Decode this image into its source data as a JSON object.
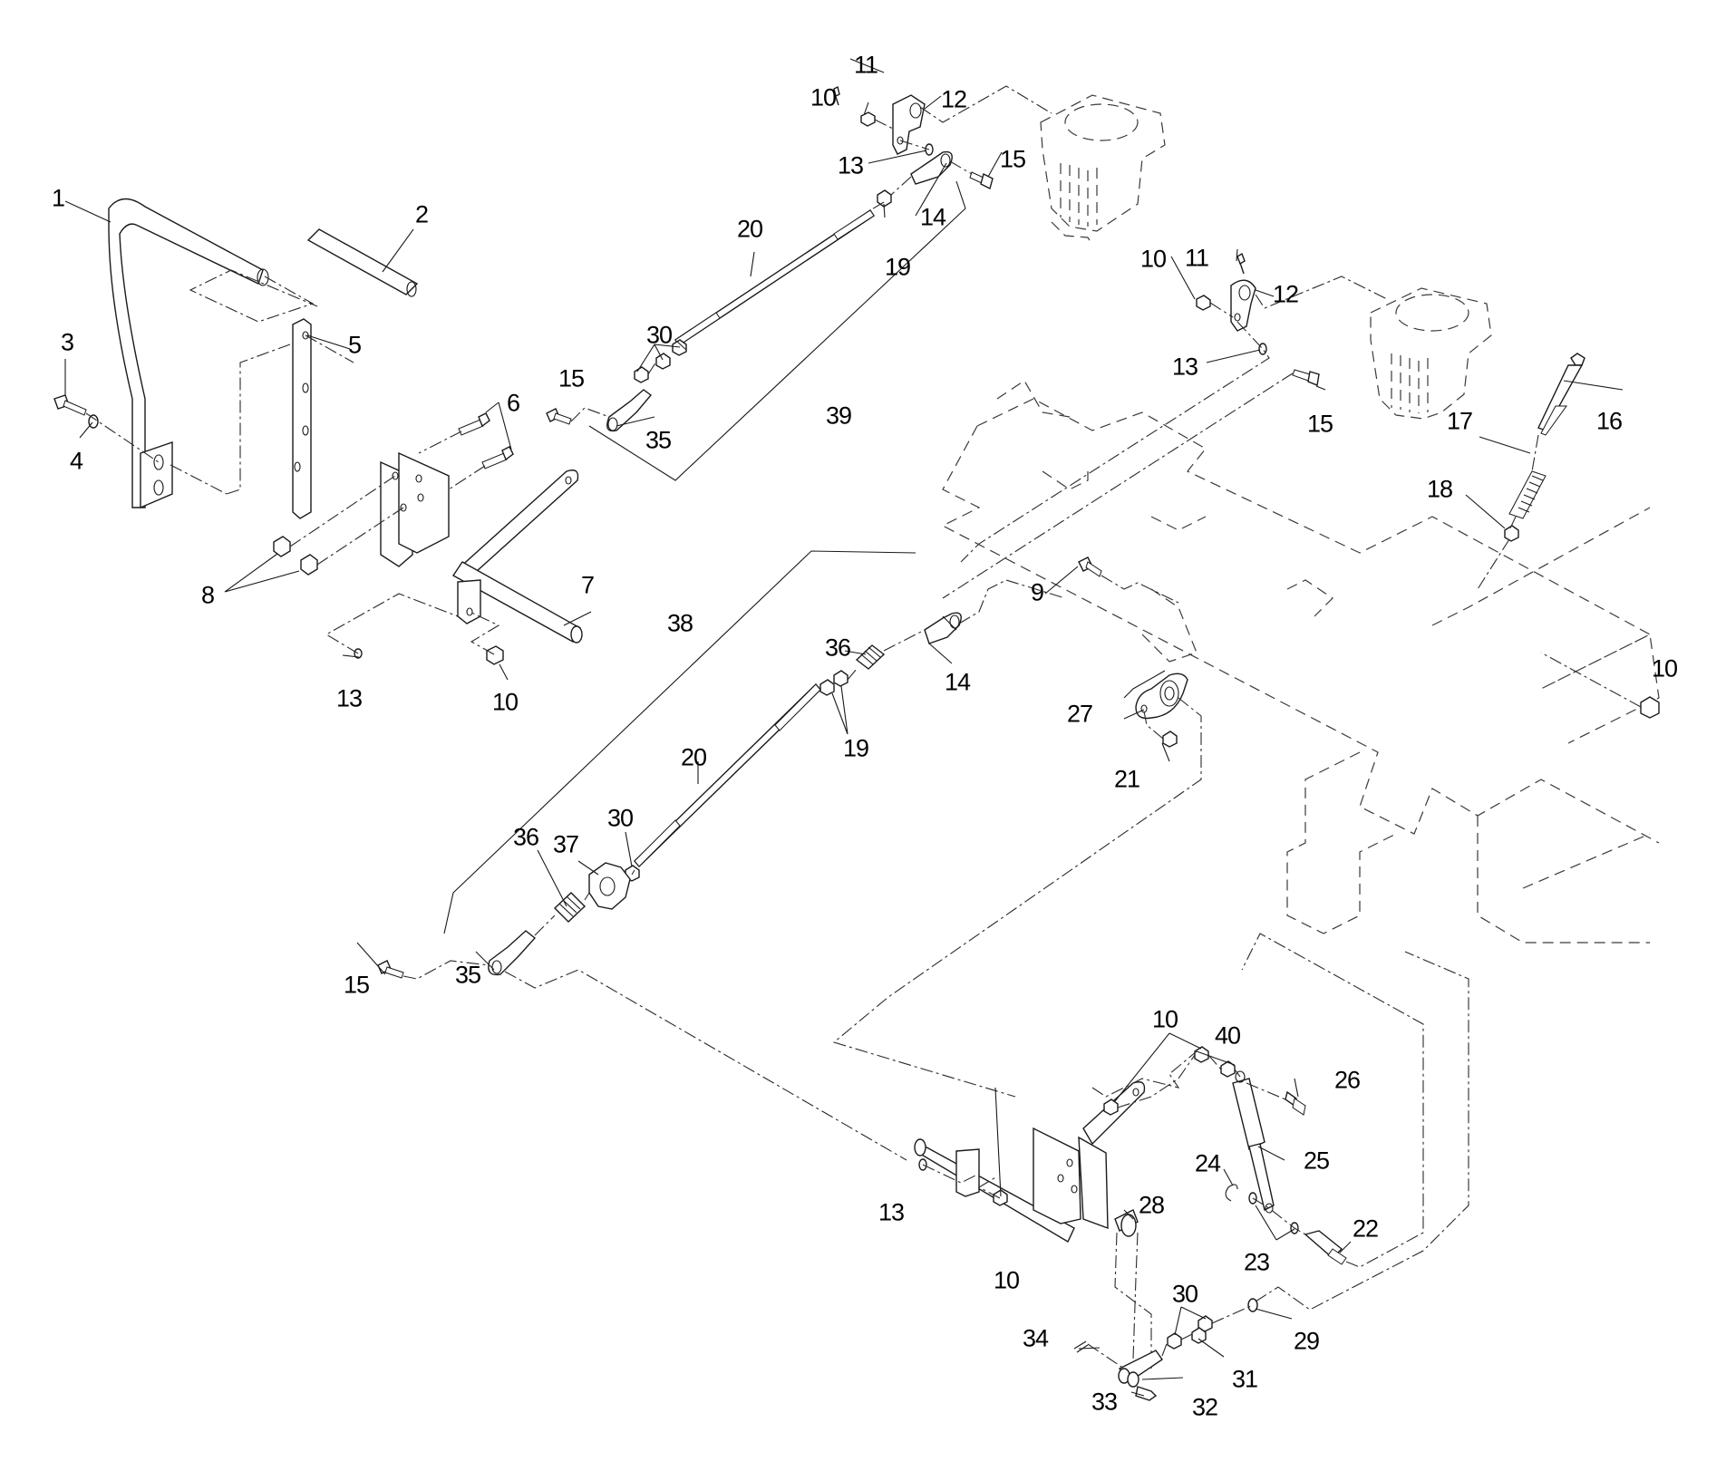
{
  "diagram": {
    "type": "exploded-parts-diagram",
    "subject": "Motion control linkage assembly with hydraulic pumps and frame",
    "callouts": [
      {
        "id": "c1",
        "label": "1",
        "part": "handle-bar"
      },
      {
        "id": "c2",
        "label": "2",
        "part": "grip"
      },
      {
        "id": "c3",
        "label": "3",
        "part": "bolt"
      },
      {
        "id": "c4",
        "label": "4",
        "part": "washer"
      },
      {
        "id": "c5",
        "label": "5",
        "part": "adjustment-bar"
      },
      {
        "id": "c6",
        "label": "6",
        "part": "bolts"
      },
      {
        "id": "c7",
        "label": "7",
        "part": "control-lever-shaft"
      },
      {
        "id": "c8",
        "label": "8",
        "part": "nuts"
      },
      {
        "id": "c9",
        "label": "9",
        "part": "bolt"
      },
      {
        "id": "c10a",
        "label": "10",
        "part": "nut"
      },
      {
        "id": "c10b",
        "label": "10",
        "part": "nut"
      },
      {
        "id": "c10c",
        "label": "10",
        "part": "nut"
      },
      {
        "id": "c10d",
        "label": "10",
        "part": "nut"
      },
      {
        "id": "c10e",
        "label": "10",
        "part": "nuts"
      },
      {
        "id": "c10f",
        "label": "10",
        "part": "nut"
      },
      {
        "id": "c11a",
        "label": "11",
        "part": "screw"
      },
      {
        "id": "c11b",
        "label": "11",
        "part": "screw"
      },
      {
        "id": "c12a",
        "label": "12",
        "part": "pump-arm"
      },
      {
        "id": "c12b",
        "label": "12",
        "part": "pump-arm"
      },
      {
        "id": "c13a",
        "label": "13",
        "part": "washer"
      },
      {
        "id": "c13b",
        "label": "13",
        "part": "washer"
      },
      {
        "id": "c13c",
        "label": "13",
        "part": "washer"
      },
      {
        "id": "c13d",
        "label": "13",
        "part": "washer"
      },
      {
        "id": "c14a",
        "label": "14",
        "part": "rod-end"
      },
      {
        "id": "c14b",
        "label": "14",
        "part": "rod-end"
      },
      {
        "id": "c15a",
        "label": "15",
        "part": "bolt"
      },
      {
        "id": "c15b",
        "label": "15",
        "part": "bolt"
      },
      {
        "id": "c15c",
        "label": "15",
        "part": "bolt"
      },
      {
        "id": "c15d",
        "label": "15",
        "part": "bolt"
      },
      {
        "id": "c16",
        "label": "16",
        "part": "long-bolt"
      },
      {
        "id": "c17",
        "label": "17",
        "part": "spring"
      },
      {
        "id": "c18",
        "label": "18",
        "part": "nut"
      },
      {
        "id": "c19a",
        "label": "19",
        "part": "nut"
      },
      {
        "id": "c19b",
        "label": "19",
        "part": "nuts"
      },
      {
        "id": "c20a",
        "label": "20",
        "part": "threaded-rod"
      },
      {
        "id": "c20b",
        "label": "20",
        "part": "threaded-rod"
      },
      {
        "id": "c21",
        "label": "21",
        "part": "nut"
      },
      {
        "id": "c22",
        "label": "22",
        "part": "ball-stud"
      },
      {
        "id": "c23",
        "label": "23",
        "part": "washers"
      },
      {
        "id": "c24",
        "label": "24",
        "part": "e-clip"
      },
      {
        "id": "c25",
        "label": "25",
        "part": "gas-damper"
      },
      {
        "id": "c26",
        "label": "26",
        "part": "ball-stud"
      },
      {
        "id": "c27",
        "label": "27",
        "part": "flange-bearing"
      },
      {
        "id": "c28",
        "label": "28",
        "part": "control-lever-shaft"
      },
      {
        "id": "c29",
        "label": "29",
        "part": "washer"
      },
      {
        "id": "c30a",
        "label": "30",
        "part": "nuts"
      },
      {
        "id": "c30b",
        "label": "30",
        "part": "nut"
      },
      {
        "id": "c30c",
        "label": "30",
        "part": "nuts"
      },
      {
        "id": "c31",
        "label": "31",
        "part": "nut"
      },
      {
        "id": "c32",
        "label": "32",
        "part": "clevis"
      },
      {
        "id": "c33",
        "label": "33",
        "part": "clevis-pin"
      },
      {
        "id": "c34",
        "label": "34",
        "part": "cotter-pin"
      },
      {
        "id": "c35a",
        "label": "35",
        "part": "rod-end"
      },
      {
        "id": "c35b",
        "label": "35",
        "part": "rod-end"
      },
      {
        "id": "c36a",
        "label": "36",
        "part": "spring"
      },
      {
        "id": "c36b",
        "label": "36",
        "part": "spring"
      },
      {
        "id": "c37",
        "label": "37",
        "part": "adjustment-knob"
      },
      {
        "id": "c38",
        "label": "38",
        "part": "rod-assembly"
      },
      {
        "id": "c39",
        "label": "39",
        "part": "rod-assembly"
      },
      {
        "id": "c40",
        "label": "40",
        "part": "nut"
      }
    ]
  }
}
